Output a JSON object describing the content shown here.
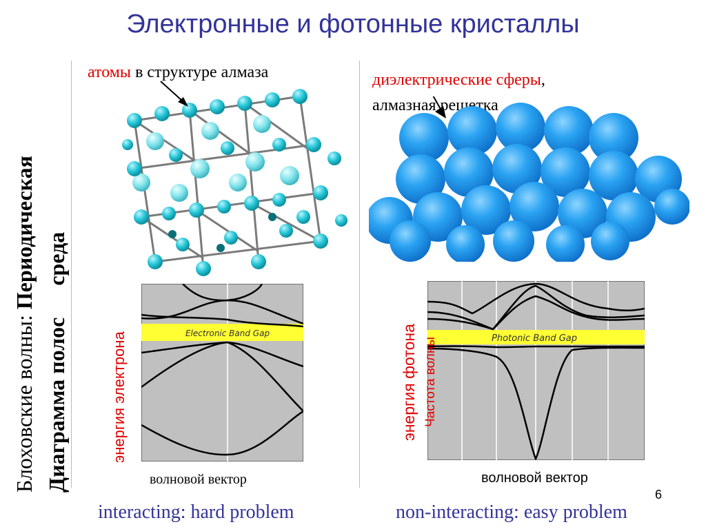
{
  "slide": {
    "title": "Электронные и фотонные кристаллы",
    "page_number": "6",
    "side_labels": {
      "row1_prefix": "Блоховские волны: ",
      "row1_bold": "Периодическая",
      "row2_left": "Диаграмма полос",
      "row2_right": "среда"
    },
    "left": {
      "caption_red": "атомы",
      "caption_black": " в структуре алмаза",
      "graph_ylabel": "энергия электрона",
      "graph_xlabel": "волновой вектор",
      "gap_label": "Electronic Band Gap",
      "footer": "interacting: hard problem"
    },
    "right": {
      "caption_red": "диэлектрические сферы",
      "caption_comma": ",",
      "caption_line2": "алмазная решетка",
      "graph_ylabel": "энергия фотона",
      "graph_ylabel_overlay": "Частота волны",
      "graph_xlabel": "волновой вектор",
      "gap_label": "Photonic  Band  Gap",
      "footer": "non-interacting: easy problem"
    },
    "colors": {
      "title": "#33339a",
      "accent_red": "#e00000",
      "gap_yellow": "#ffff33",
      "plot_bg": "#c0c0c0",
      "atom": "#26c6d6",
      "sphere": "#1e9cf0"
    }
  }
}
